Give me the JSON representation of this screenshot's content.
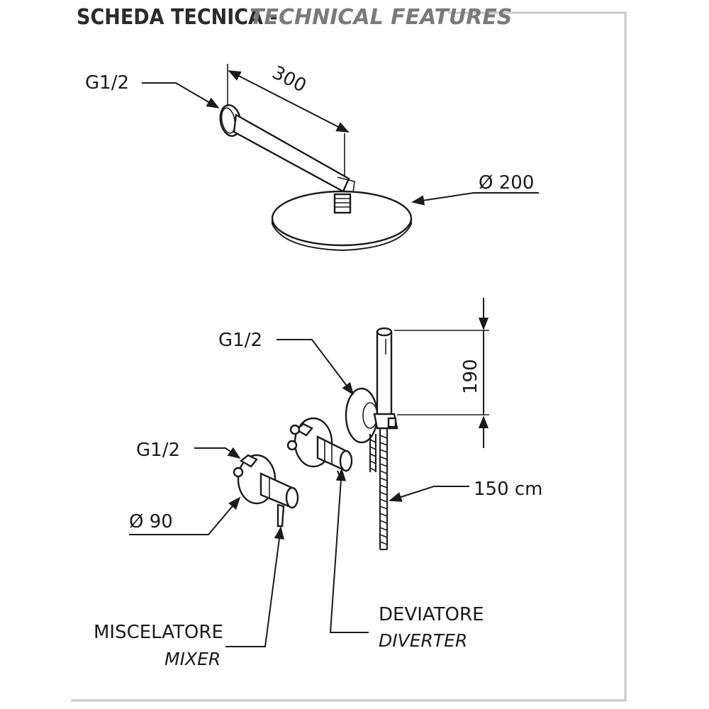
{
  "title": {
    "main": "SCHEDA TECNICA -",
    "sub": "TECHNICAL FEATURES"
  },
  "shower_head": {
    "connection_label": "G1/2",
    "arm_length": "300",
    "diameter": "Ø 200"
  },
  "hand_shower": {
    "connection_label": "G1/2",
    "height": "190",
    "hose_length": "150 cm"
  },
  "mixer": {
    "connection_label": "G1/2",
    "plate_diameter": "Ø 90",
    "name_it": "MISCELATORE",
    "name_en": "MIXER"
  },
  "diverter": {
    "name_it": "DEVIATORE",
    "name_en": "DIVERTER"
  }
}
